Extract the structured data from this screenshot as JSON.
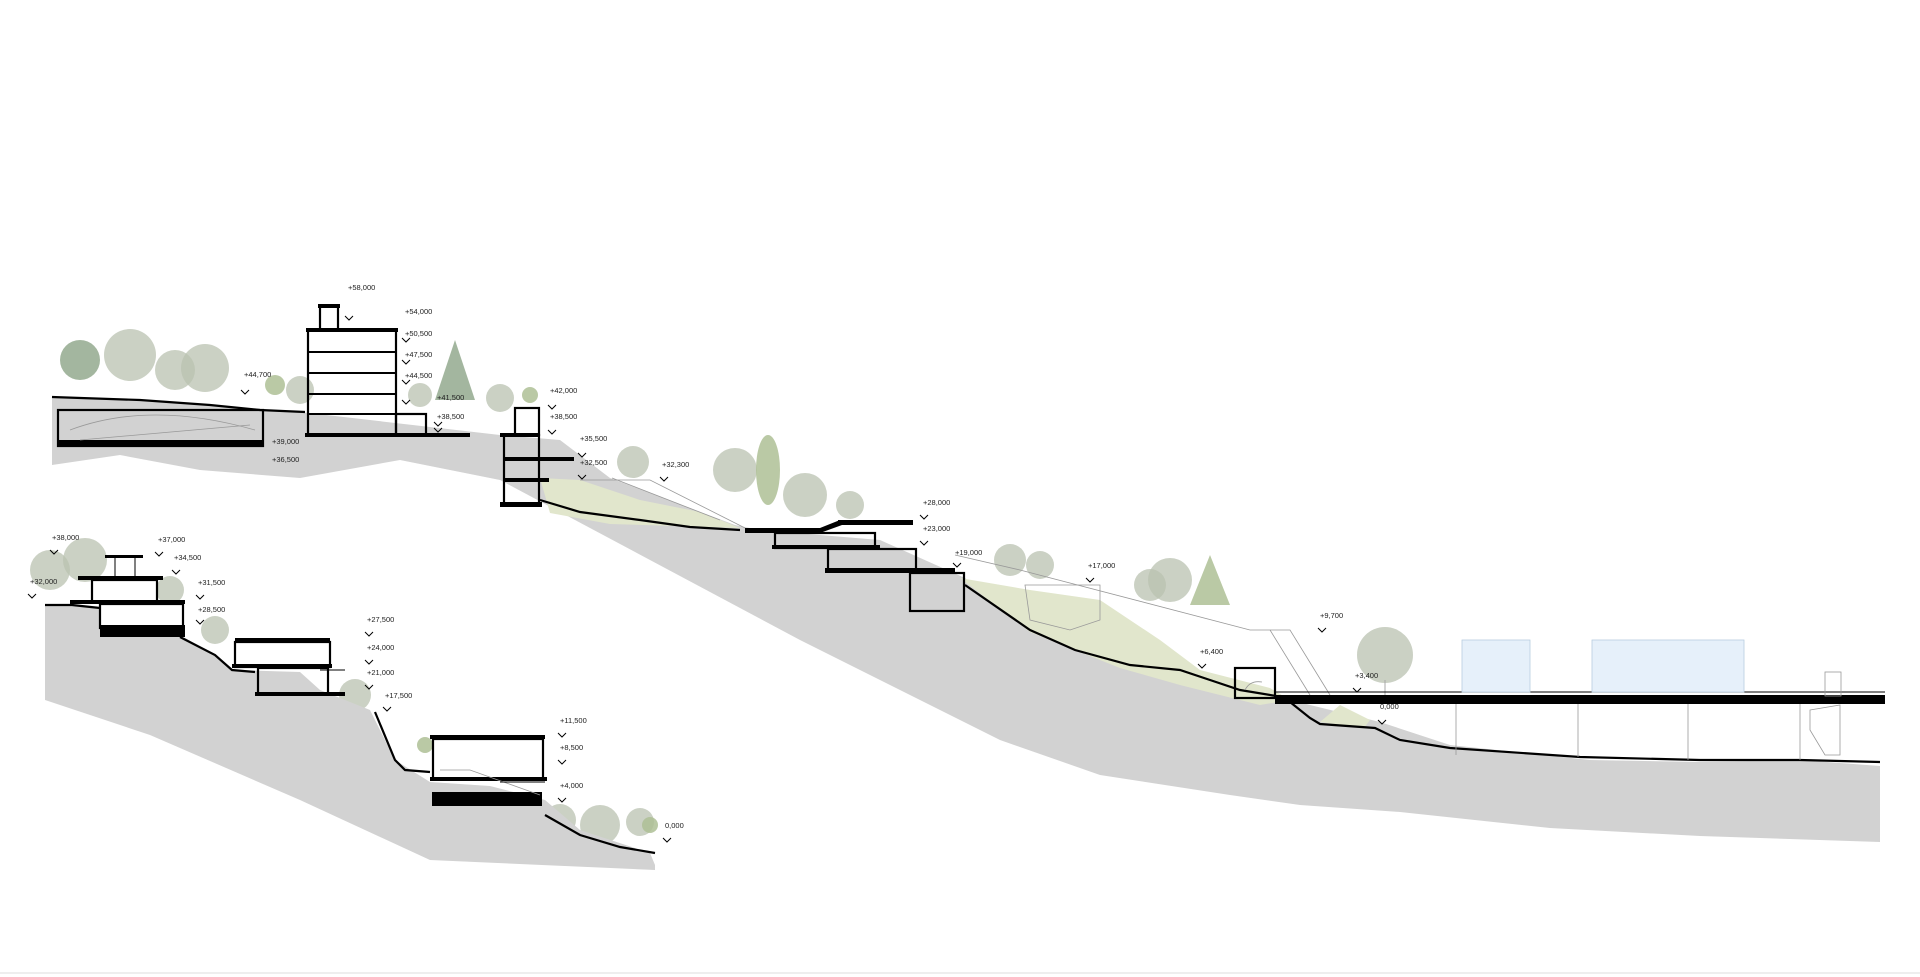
{
  "figure": {
    "description_type": "architectural-site-section",
    "colors": {
      "ground": "#d2d2d2",
      "berm": "#e1e6cc",
      "structure": "#000000",
      "vegetation": "#b9c2b0",
      "glass": "#e6f0fa"
    }
  },
  "upper_section": {
    "levels": [
      "+58,000",
      "+54,000",
      "+50,500",
      "+47,500",
      "+44,500",
      "+44,700",
      "+41,500",
      "+38,500",
      "+39,000",
      "+36,500",
      "+42,000",
      "+38,500",
      "+35,500",
      "+32,500",
      "+32,300",
      "+28,000",
      "+23,000",
      "+19,000",
      "+17,000",
      "+9,700",
      "+6,400",
      "+3,400",
      "0,000"
    ]
  },
  "lower_section": {
    "levels": [
      "+38,000",
      "+37,000",
      "+34,500",
      "+32,000",
      "+31,500",
      "+28,500",
      "+27,500",
      "+24,000",
      "+21,000",
      "+17,500",
      "+11,500",
      "+8,500",
      "+4,000",
      "0,000"
    ]
  }
}
